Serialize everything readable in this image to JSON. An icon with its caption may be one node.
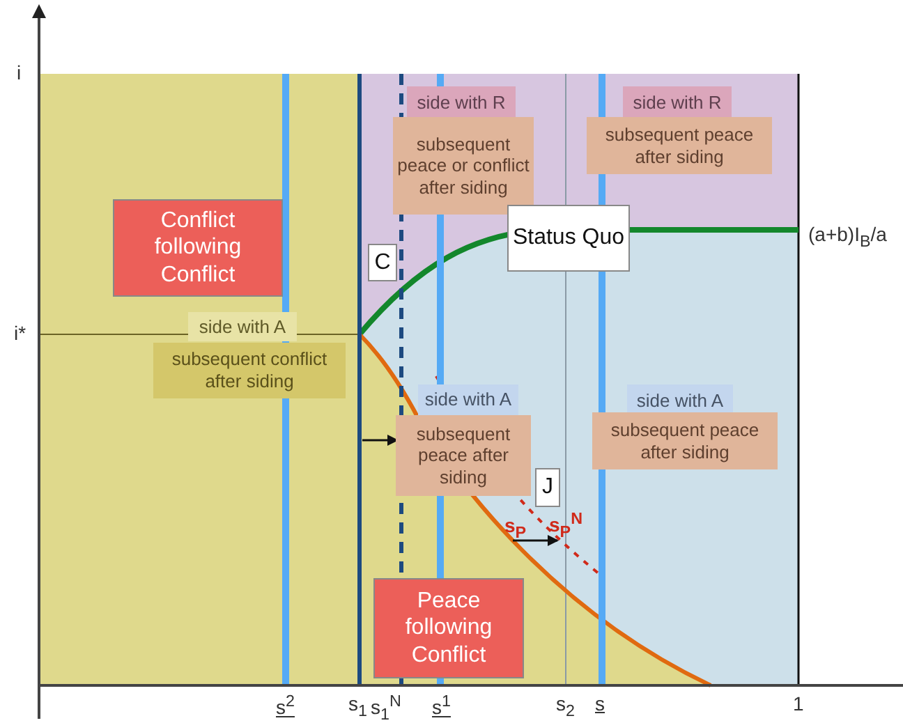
{
  "diagram": {
    "nodes": [
      {
        "text": [
          "side with R"
        ]
      },
      {
        "text": [
          "side with R"
        ]
      },
      {
        "text": [
          "subsequent peace or conflict after siding"
        ]
      },
      {
        "text": [
          "subsequent peace after siding"
        ]
      },
      {
        "text": [
          "Conflict following Conflict"
        ]
      },
      {
        "text": [
          "C"
        ]
      },
      {
        "text": [
          "Status Quo"
        ]
      },
      {
        "text": [
          "side with A"
        ]
      },
      {
        "text": [
          "subsequent conflict after siding"
        ]
      },
      {
        "text": [
          "side with A"
        ]
      },
      {
        "text": [
          "side with A"
        ]
      },
      {
        "text": [
          "subsequent peace after siding"
        ]
      },
      {
        "text": [
          "subsequent peace after siding"
        ]
      },
      {
        "text": [
          "J"
        ]
      },
      {
        "text": [
          "Peace following Conflict"
        ]
      }
    ],
    "edges": [],
    "labels": [
      "i",
      "i*",
      "(a+b)I$_{B}$/a",
      "s$^{2}$",
      "s$_{1}$",
      "s$_{1}$$^{N}$",
      "s$^{1}$",
      "s$_{2}$",
      "s",
      "1",
      "s$_{P}$",
      "s$_{P}$$^{N}$"
    ]
  }
}
